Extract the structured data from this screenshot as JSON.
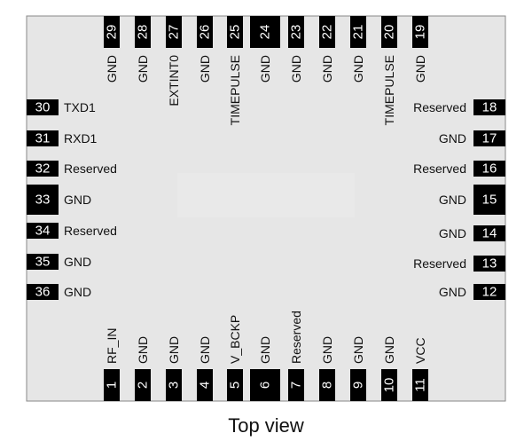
{
  "caption": "Top view",
  "colors": {
    "package_fill": "#e6e6e6",
    "package_border": "#888888",
    "pad": "#000000",
    "pad_text": "#ffffff",
    "label_text": "#111111"
  },
  "pins": {
    "top": [
      {
        "num": "29",
        "label": "GND"
      },
      {
        "num": "28",
        "label": "GND"
      },
      {
        "num": "27",
        "label": "EXTINT0"
      },
      {
        "num": "26",
        "label": "GND"
      },
      {
        "num": "25",
        "label": "TIMEPULSE"
      },
      {
        "num": "24",
        "label": "GND"
      },
      {
        "num": "23",
        "label": "GND"
      },
      {
        "num": "22",
        "label": "GND"
      },
      {
        "num": "21",
        "label": "GND"
      },
      {
        "num": "20",
        "label": "TIMEPULSE"
      },
      {
        "num": "19",
        "label": "GND"
      }
    ],
    "bottom": [
      {
        "num": "1",
        "label": "RF_IN"
      },
      {
        "num": "2",
        "label": "GND"
      },
      {
        "num": "3",
        "label": "GND"
      },
      {
        "num": "4",
        "label": "GND"
      },
      {
        "num": "5",
        "label": "V_BCKP"
      },
      {
        "num": "6",
        "label": "GND"
      },
      {
        "num": "7",
        "label": "Reserved"
      },
      {
        "num": "8",
        "label": "GND"
      },
      {
        "num": "9",
        "label": "GND"
      },
      {
        "num": "10",
        "label": "GND"
      },
      {
        "num": "11",
        "label": "VCC"
      }
    ],
    "left": [
      {
        "num": "30",
        "label": "TXD1"
      },
      {
        "num": "31",
        "label": "RXD1"
      },
      {
        "num": "32",
        "label": "Reserved"
      },
      {
        "num": "33",
        "label": "GND"
      },
      {
        "num": "34",
        "label": "Reserved"
      },
      {
        "num": "35",
        "label": "GND"
      },
      {
        "num": "36",
        "label": "GND"
      }
    ],
    "right": [
      {
        "num": "18",
        "label": "Reserved"
      },
      {
        "num": "17",
        "label": "GND"
      },
      {
        "num": "16",
        "label": "Reserved"
      },
      {
        "num": "15",
        "label": "GND"
      },
      {
        "num": "14",
        "label": "GND"
      },
      {
        "num": "13",
        "label": "Reserved"
      },
      {
        "num": "12",
        "label": "GND"
      }
    ]
  }
}
